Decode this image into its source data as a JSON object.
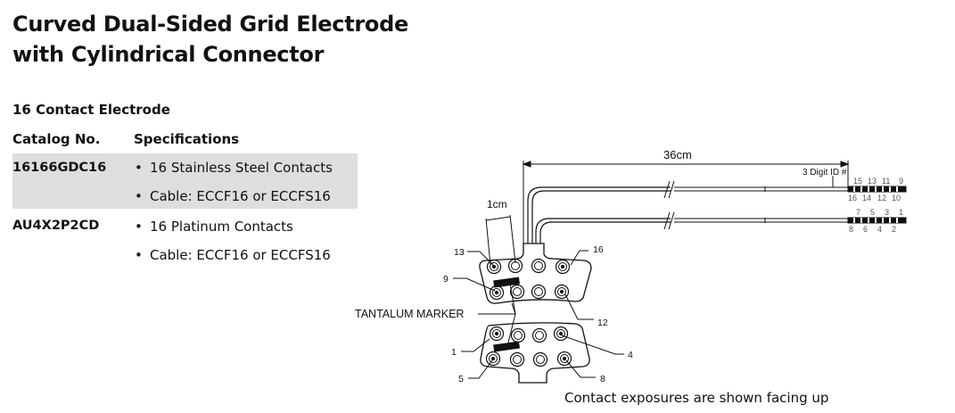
{
  "title_line1": "Curved Dual-Sided Grid Electrode",
  "title_line2": "with Cylindrical Connector",
  "subtitle": "16 Contact Electrode",
  "table": {
    "headers": {
      "catalog": "Catalog No.",
      "specs": "Specifications"
    },
    "rows": [
      {
        "catalog": "16166GDC16",
        "specs": [
          "16 Stainless Steel Contacts",
          "Cable: ECCF16 or ECCFS16"
        ]
      },
      {
        "catalog": "AU4X2P2CD",
        "specs": [
          "16 Platinum Contacts",
          "Cable: ECCF16 or ECCFS16"
        ]
      }
    ]
  },
  "diagram": {
    "length_label": "36cm",
    "spacing_label": "1cm",
    "id_label": "3 Digit ID #",
    "marker_label": "TANTALUM MARKER",
    "connector_top_upper": [
      "15",
      "13",
      "11",
      "9"
    ],
    "connector_top_lower": [
      "16",
      "14",
      "12",
      "10"
    ],
    "connector_bottom_upper": [
      "7",
      "5",
      "3",
      "1"
    ],
    "connector_bottom_lower": [
      "8",
      "6",
      "4",
      "2"
    ],
    "contact_labels": {
      "c13": "13",
      "c16": "16",
      "c9": "9",
      "c12": "12",
      "c1": "1",
      "c4": "4",
      "c5": "5",
      "c8": "8"
    },
    "caption": "Contact exposures are shown facing up"
  },
  "colors": {
    "shade": "#dedede",
    "line": "#111111"
  }
}
